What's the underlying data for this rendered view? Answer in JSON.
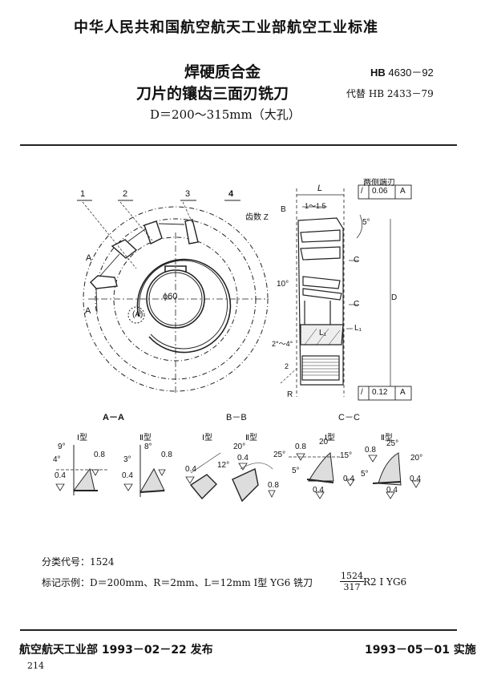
{
  "header": {
    "org_standard": "中华人民共和国航空航天工业部航空工业标准"
  },
  "title": {
    "line1": "焊硬质合金",
    "line2": "刀片的镶齿三面刃铣刀",
    "line3": "D＝200～315mm（大孔）"
  },
  "standard": {
    "code_prefix": "HB",
    "code_number": "4630－92",
    "replaces": "代替 HB 2433－79"
  },
  "drawing": {
    "front_view": {
      "callouts": [
        "1",
        "2",
        "3",
        "4"
      ],
      "bore_label": "ϕ60",
      "section_mark_A": "A",
      "detail_mark": "(A)"
    },
    "side_view": {
      "label_L": "L",
      "label_offset": "1～1.5",
      "label_B": "B",
      "tooth_count_label": "齿数 Z",
      "runout_caption": "两侧端刃",
      "runout_top": {
        "symbol": "/",
        "value": "0.06",
        "datum": "A"
      },
      "runout_bottom": {
        "symbol": "/",
        "value": "0.12",
        "datum": "A"
      },
      "angle_5": "5°",
      "angle_10": "10°",
      "label_C1": "C",
      "label_C2": "C",
      "label_D": "D",
      "label_L1": "L₁",
      "label_L1_inner": "L₁",
      "angle_range": "2°～4°",
      "label_2": "2",
      "label_R": "R"
    },
    "sections": [
      {
        "title": "A－A",
        "types": [
          {
            "type": "Ⅰ型",
            "angles": [
              "9°",
              "4°"
            ],
            "roughness": [
              "0.8",
              "0.4"
            ]
          },
          {
            "type": "Ⅱ型",
            "angles": [
              "8°",
              "3°"
            ],
            "roughness": [
              "0.8",
              "0.4"
            ]
          }
        ]
      },
      {
        "title": "B－B",
        "types": [
          {
            "type": "Ⅰ型",
            "angles": [
              "12°"
            ],
            "roughness": [
              "0.4"
            ]
          },
          {
            "type": "Ⅱ型",
            "angles": [
              "20°",
              "25°"
            ],
            "roughness": [
              "0.4",
              "0.8"
            ]
          }
        ]
      },
      {
        "title": "C－C",
        "types": [
          {
            "type": "Ⅰ型",
            "angles": [
              "20°",
              "15°",
              "5°"
            ],
            "roughness": [
              "0.8",
              "0.4",
              "0.4"
            ]
          },
          {
            "type": "Ⅱ型",
            "angles": [
              "25°",
              "20°",
              "5°"
            ],
            "roughness": [
              "0.8",
              "0.4",
              "0.4"
            ]
          }
        ]
      }
    ]
  },
  "classification": "分类代号：1524",
  "marking_example": {
    "text": "标记示例：D＝200mm、R＝2mm、L＝12mm Ⅰ型 YG6 铣刀",
    "numerator": "1524",
    "denominator": "317",
    "suffix": "R2 Ⅰ YG6"
  },
  "footer": {
    "issued": "航空航天工业部 1993－02－22 发布",
    "effective": "1993－05－01 实施",
    "page_number": "214"
  }
}
